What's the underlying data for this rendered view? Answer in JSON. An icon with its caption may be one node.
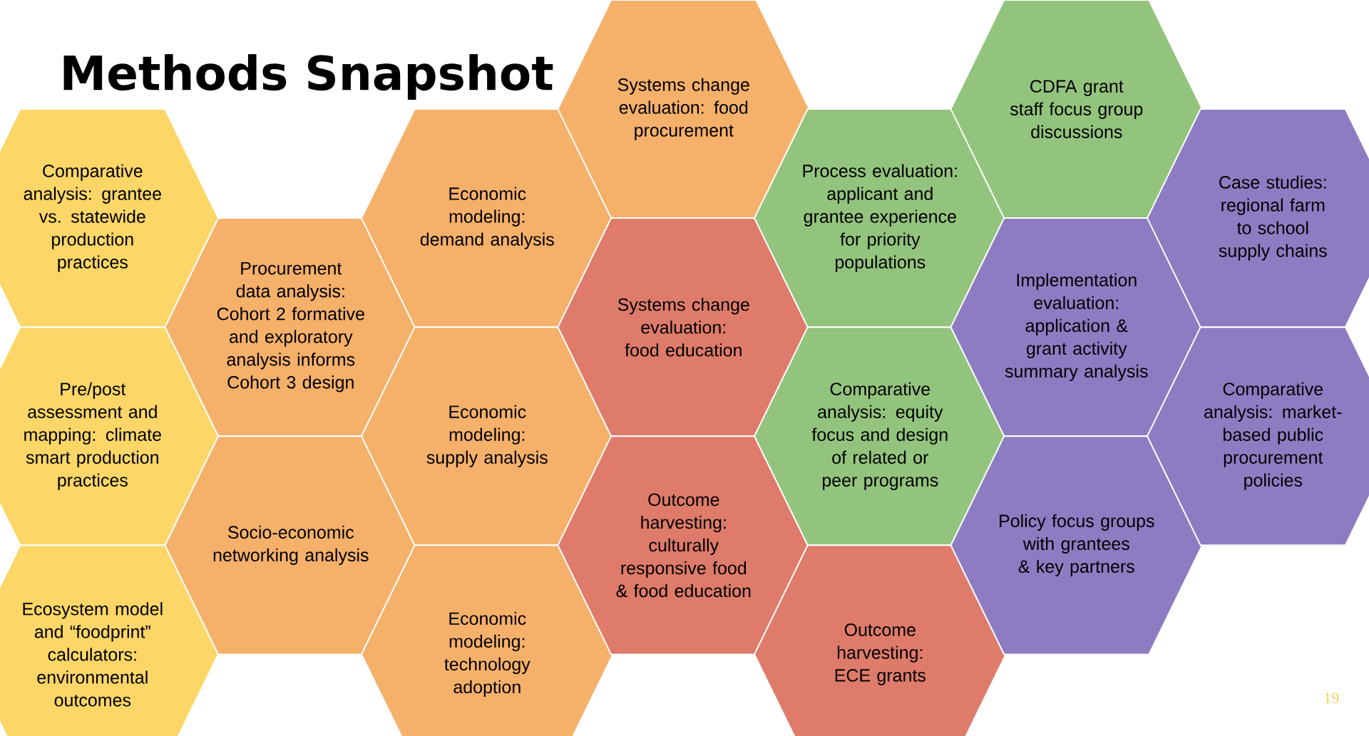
{
  "diagram": {
    "title": "Methods Snapshot",
    "nodes": [
      {
        "text": [
          "Comparative analysis: grantee vs. statewide production practices"
        ]
      },
      {
        "text": [
          "Pre/post assessment and mapping: climate smart production practices"
        ]
      },
      {
        "text": [
          "Ecosystem model and “foodprint” calculators: environmental outcomes"
        ]
      },
      {
        "text": [
          "Procurement data analysis: Cohort 2 formative and exploratory analysis informs Cohort 3 design"
        ]
      },
      {
        "text": [
          "Socio-economic networking analysis"
        ]
      },
      {
        "text": [
          "Economic modeling: demand analysis"
        ]
      },
      {
        "text": [
          "Economic modeling: supply analysis"
        ]
      },
      {
        "text": [
          "Economic modeling: technology adoption"
        ]
      },
      {
        "text": [
          "Systems change evaluation: food procurement"
        ]
      },
      {
        "text": [
          "Systems change evaluation: food education"
        ]
      },
      {
        "text": [
          "Outcome harvesting: culturally responsive food & food education"
        ]
      },
      {
        "text": [
          "Process evaluation: applicant and grantee experience for priority populations"
        ]
      },
      {
        "text": [
          "Comparative analysis: equity focus and design of related or peer programs"
        ]
      },
      {
        "text": [
          "Outcome harvesting: ECE grants"
        ]
      },
      {
        "text": [
          "CDFA grant staff focus group discussions"
        ]
      },
      {
        "text": [
          "Implementation evaluation: application & grant activity summary analysis"
        ]
      },
      {
        "text": [
          "Policy focus groups with grantees & key partners"
        ]
      },
      {
        "text": [
          "Case studies: regional farm to school supply chains"
        ]
      },
      {
        "text": [
          "Comparative analysis: market-based public procurement policies"
        ]
      }
    ],
    "labels": [
      "19"
    ]
  }
}
